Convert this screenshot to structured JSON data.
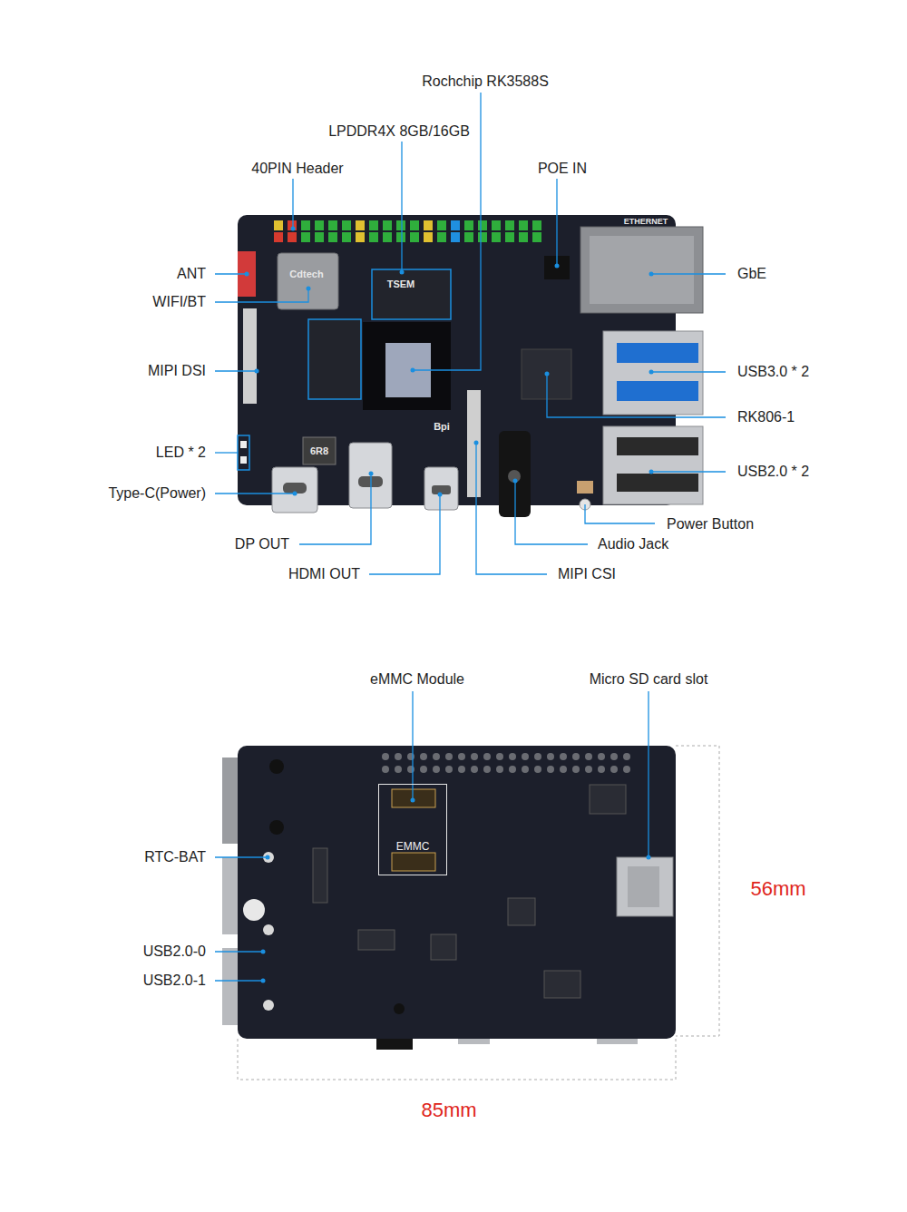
{
  "diagram": {
    "nodes": [
      {
        "text": [
          "EMMC"
        ]
      }
    ],
    "labels": [
      "Rochchip RK3588S",
      "LPDDR4X 8GB/16GB",
      "40PIN Header",
      "POE IN",
      "ANT",
      "WIFI/BT",
      "MIPI DSI",
      "LED * 2",
      "Type-C(Power)",
      "GbE",
      "USB3.0 * 2",
      "RK806-1",
      "USB2.0 * 2",
      "Power Button",
      "DP OUT",
      "Audio Jack",
      "HDMI OUT",
      "MIPI CSI",
      "eMMC Module",
      "Micro SD card slot",
      "RTC-BAT",
      "USB2.0-0",
      "USB2.0-1",
      "56mm",
      "85mm",
      "ETHERNET",
      "Cdtech",
      "TSEM",
      "6R8",
      "Bpi"
    ]
  }
}
